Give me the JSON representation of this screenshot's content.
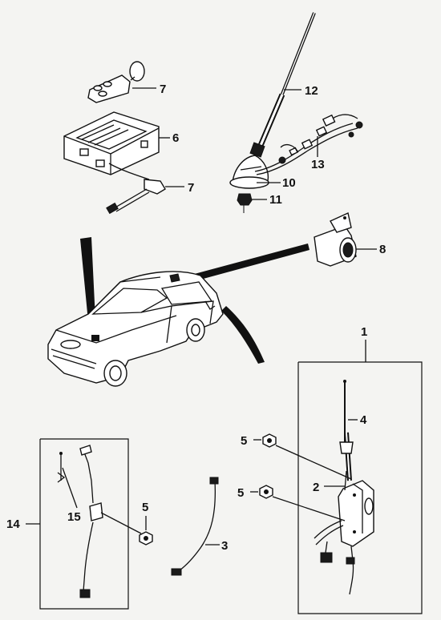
{
  "callouts": {
    "c1": "1",
    "c2": "2",
    "c3": "3",
    "c4": "4",
    "c5a": "5",
    "c5b": "5",
    "c5c": "5",
    "c6": "6",
    "c7a": "7",
    "c7b": "7",
    "c8": "8",
    "c10": "10",
    "c11": "11",
    "c12": "12",
    "c13": "13",
    "c14": "14",
    "c15": "15"
  }
}
